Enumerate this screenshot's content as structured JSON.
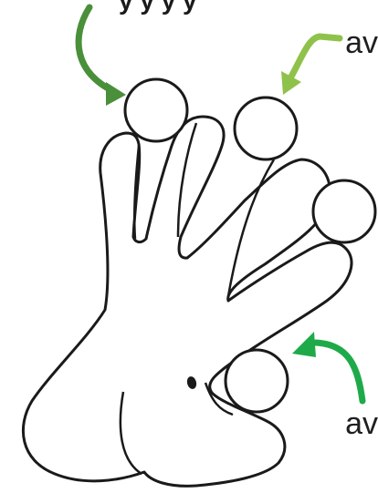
{
  "diagram": {
    "top_clip_text": "y  y  y  y",
    "labels": {
      "top_right": "av",
      "bottom_right": "av"
    },
    "colors": {
      "outline": "#1a1a1a",
      "arrow_dark": "#4a8f3a",
      "arrow_light": "#8fc24a",
      "arrow_bright": "#1faa4a",
      "background": "#ffffff"
    },
    "icons": [
      "hand-outline-icon",
      "fingertip-circle-icon",
      "curved-arrow-icon"
    ]
  }
}
